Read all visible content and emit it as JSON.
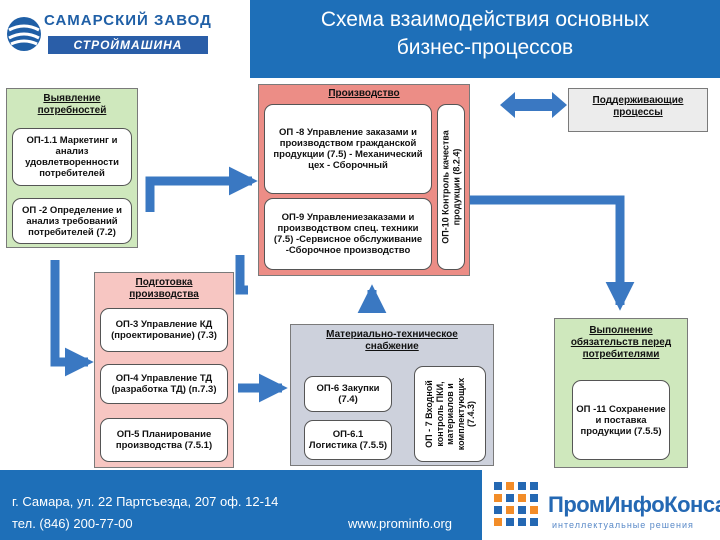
{
  "header": {
    "title_line1": "Схема взаимодействия основных",
    "title_line2": "бизнес-процессов",
    "logo_name": "САМАРСКИЙ ЗАВОД",
    "logo_sub": "СТРОЙМАШИНА"
  },
  "blocks": {
    "needs": {
      "title_line1": "Выявление",
      "title_line2": "потребностей",
      "op1": "ОП-1.1 Маркетинг и анализ удовлетворенности потребителей",
      "op2": "ОП -2 Определение и анализ требований потребителей (7.2)"
    },
    "production": {
      "title": "Производство",
      "op8": "ОП -8 Управление заказами и производством гражданской продукции (7.5) - Механический цех - Сборочный",
      "op9": "ОП-9 Управлениезаказами и производством спец. техники (7.5) -Сервисное обслуживание -Сборочное производство",
      "op10": "ОП-10 Контроль качества продукции (8.2.4)"
    },
    "support": {
      "title_line1": "Поддерживающие",
      "title_line2": "процессы"
    },
    "prep": {
      "title_line1": "Подготовка",
      "title_line2": "производства",
      "op3": "ОП-3 Управление КД (проектирование) (7.3)",
      "op4": "ОП-4 Управление ТД (разработка ТД) (п.7.3)",
      "op5": "ОП-5 Планирование производства (7.5.1)"
    },
    "mts": {
      "title_line1": "Материально-техническое",
      "title_line2": "снабжение",
      "op6": "ОП-6 Закупки (7.4)",
      "op61": "ОП-6.1 Логистика (7.5.5)",
      "op7": "ОП - 7 Входной контроль ПКИ, материалов и комплектующих (7.4.3)"
    },
    "fulfil": {
      "title_line1": "Выполнение",
      "title_line2": "обязательств перед",
      "title_line3": "потребителями",
      "op11": "ОП -11 Сохранение и поставка продукции (7.5.5)"
    }
  },
  "footer": {
    "address": "г. Самара, ул. 22 Партсъезда, 207 оф. 12-14",
    "phone": "тел. (846) 200-77-00",
    "url": "www.prominfo.org",
    "brand": "ПромИнфоКонсалт",
    "tagline": "интеллектуальные решения"
  },
  "colors": {
    "header_blue": "#1e6fb8",
    "arrow_blue": "#3a78c2",
    "needs_green": "#cfe8bd",
    "prep_pink": "#f7c6c2",
    "production_red": "#ec8d86",
    "mts_grey": "#cdd1dc"
  }
}
